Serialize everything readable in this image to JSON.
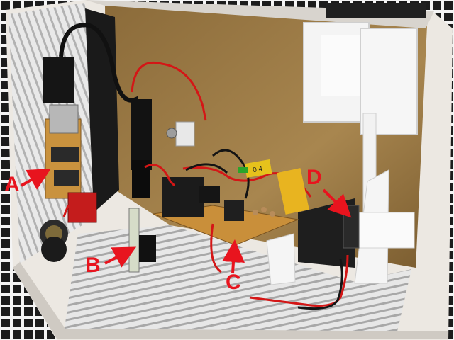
{
  "annotations": {
    "a": {
      "text": "A"
    },
    "b": {
      "text": "B"
    },
    "c": {
      "text": "C"
    },
    "d": {
      "text": "D"
    }
  },
  "tape_text": "0.4",
  "colors": {
    "label": "#e8141e",
    "board_wall": "#9a7a45",
    "enclosure": "#ece8e2",
    "pcb": "#c98f3a",
    "relay": "#1b1b1b",
    "wire_red": "#d41616"
  }
}
